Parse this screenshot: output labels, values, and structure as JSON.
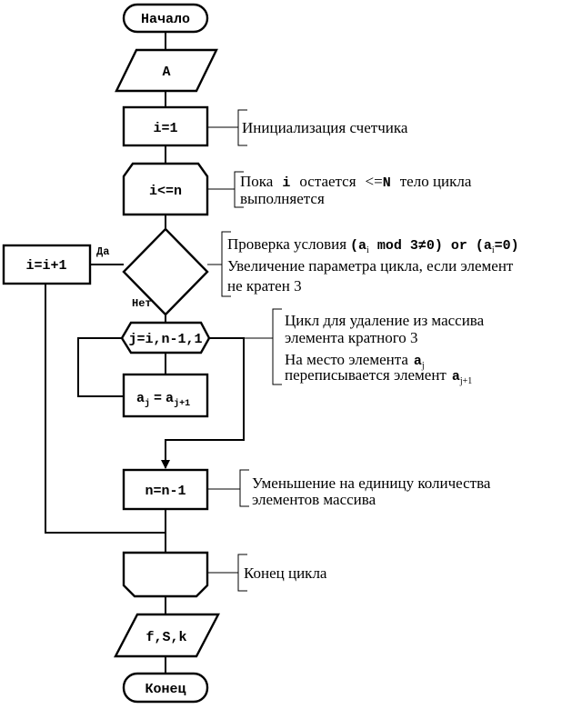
{
  "blocks": {
    "start": "Начало",
    "input": "A",
    "init": "i=1",
    "loop_cond": "i<=n",
    "decision_yes_action": "i=i+1",
    "inner_loop": "j=i,n-1,1",
    "assign_left": "a",
    "assign_left_sub": "j",
    "assign_eq": "=",
    "assign_right": "a",
    "assign_right_sub": "j+1",
    "decrement": "n=n-1",
    "output": "f,S,k",
    "end": "Конец"
  },
  "branch_labels": {
    "yes": "Да",
    "no": "Нет"
  },
  "comments": {
    "init": "Инициализация счетчика",
    "loop_line1_a": "Пока",
    "loop_line1_b": "i",
    "loop_line1_c": "остается",
    "loop_line1_d": "<=",
    "loop_line1_e": "N",
    "loop_line1_f": "тело цикла",
    "loop_line2": "выполняется",
    "cond_line1_a": "Проверка  условия",
    "cond_line1_formula": "(a",
    "cond_line1_sub1": "i",
    "cond_line1_mod": " mod 3≠0) or (a",
    "cond_line1_sub2": "i",
    "cond_line1_end": "=0)",
    "cond_line2": "Увеличение  параметра цикла, если элемент",
    "cond_line3": "не кратен 3",
    "inner_line1": "Цикл для удаление из массива",
    "inner_line2": "элемента  кратного 3",
    "inner_line3_a": "На место элемента",
    "inner_line3_var": "a",
    "inner_line3_sub": "j",
    "inner_line4_a": "переписывается  элемент",
    "inner_line4_var": "a",
    "inner_line4_sub": "j+1",
    "decrement_line1": "Уменьшение на единицу количества",
    "decrement_line2": "элементов массива",
    "end_loop": "Конец цикла"
  }
}
